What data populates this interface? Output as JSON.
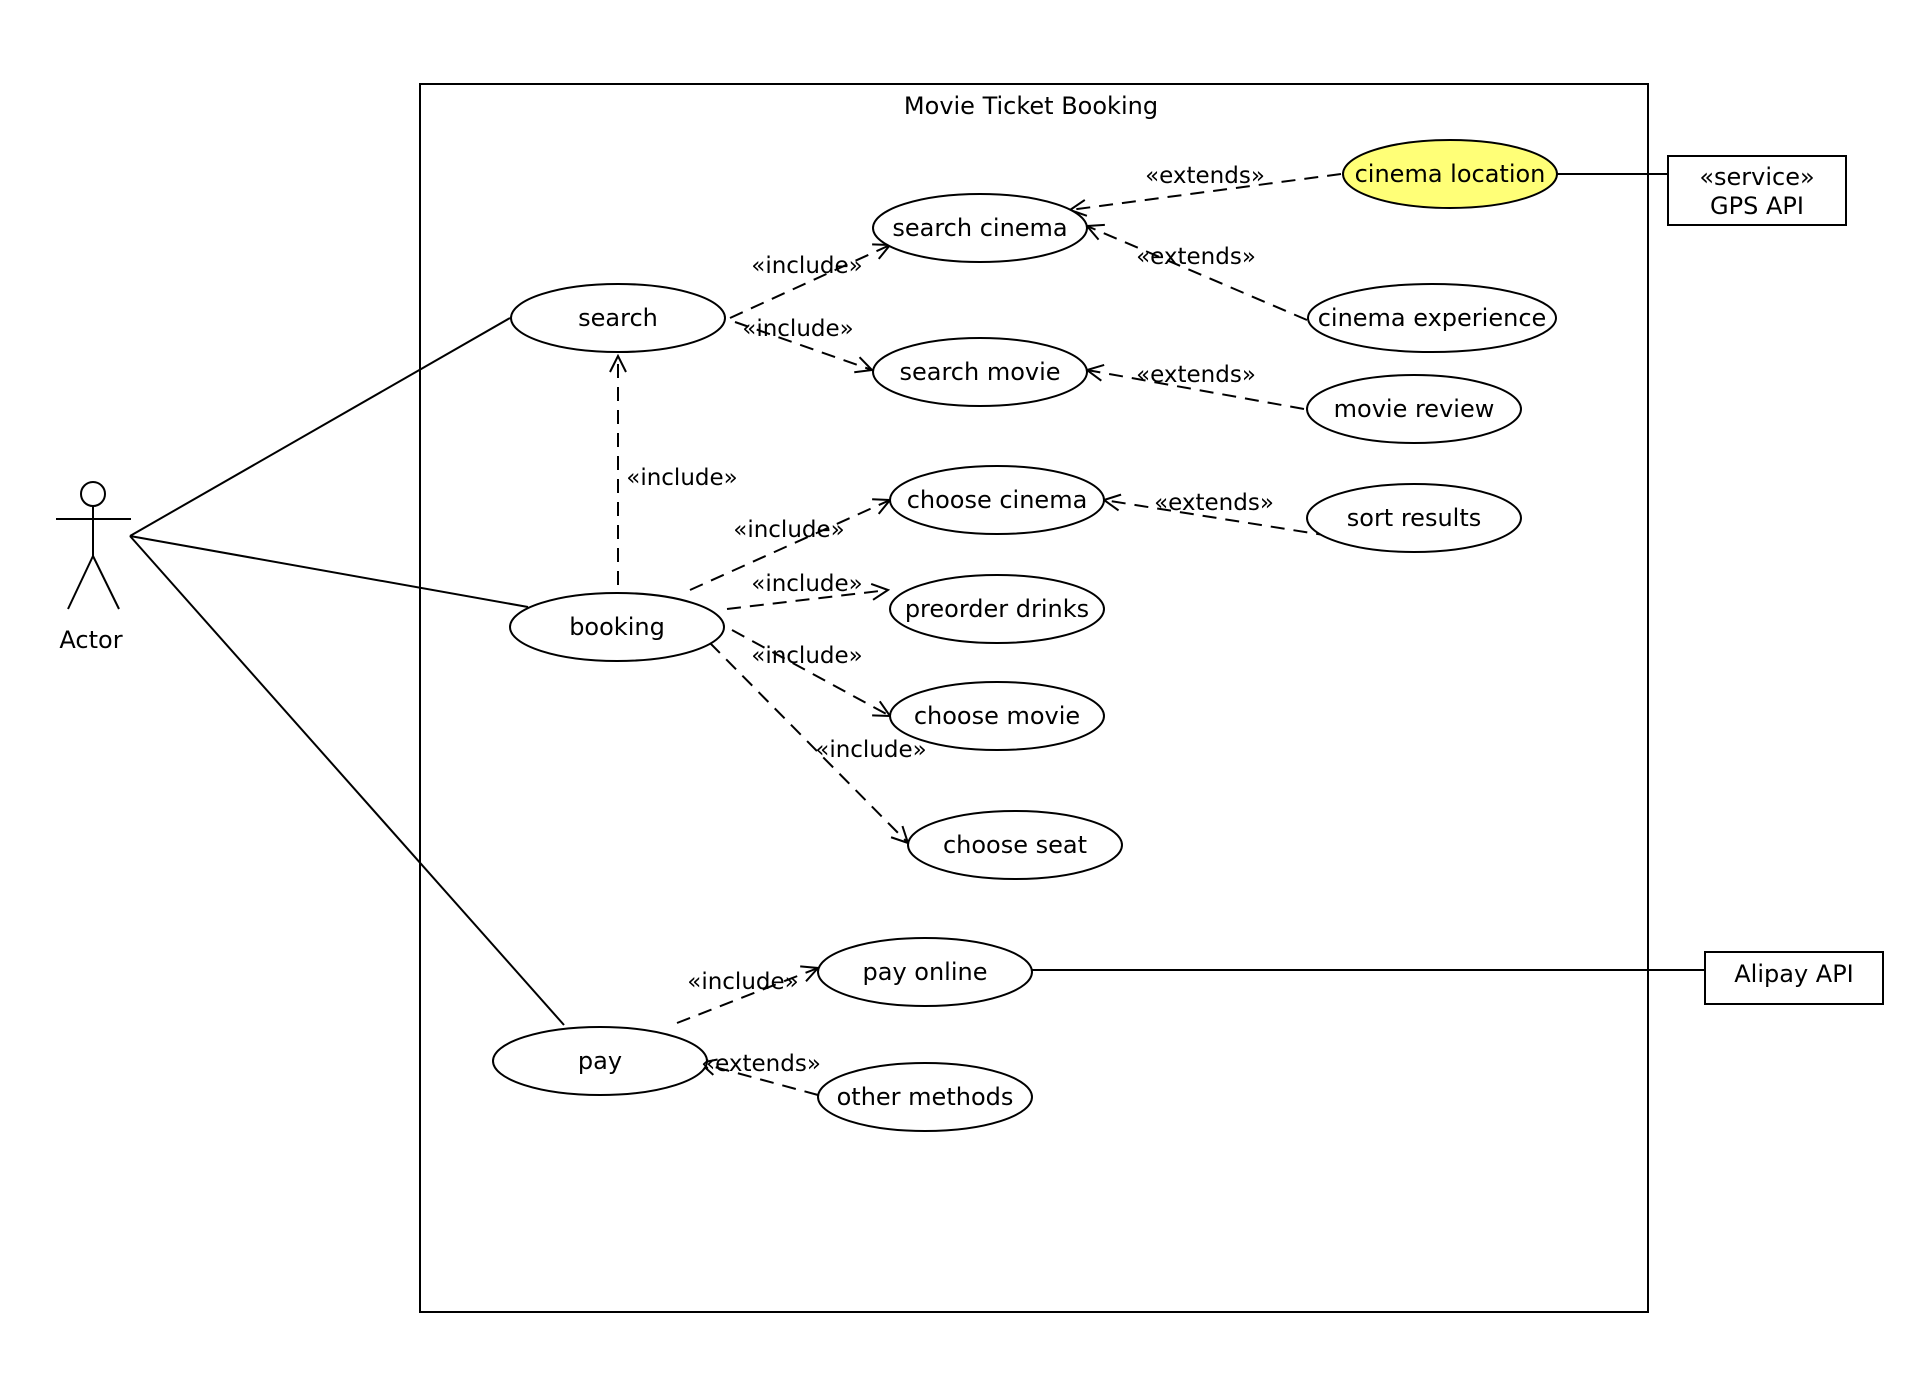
{
  "system": {
    "title": "Movie Ticket Booking"
  },
  "actor": {
    "label": "Actor"
  },
  "use_cases": {
    "search": "search",
    "booking": "booking",
    "pay": "pay",
    "search_cinema": "search cinema",
    "search_movie": "search movie",
    "cinema_location": "cinema location",
    "cinema_experience": "cinema experience",
    "movie_review": "movie review",
    "choose_cinema": "choose cinema",
    "sort_results": "sort results",
    "preorder_drinks": "preorder drinks",
    "choose_movie": "choose movie",
    "choose_seat": "choose seat",
    "pay_online": "pay online",
    "other_methods": "other methods"
  },
  "external": {
    "gps_stereotype": "«service»",
    "gps_name": "GPS API",
    "alipay_name": "Alipay API"
  },
  "relations": {
    "search_inc_search_cinema": "«include»",
    "search_inc_search_movie": "«include»",
    "booking_inc_search": "«include»",
    "booking_inc_choose_cinema": "«include»",
    "booking_inc_preorder_drinks": "«include»",
    "booking_inc_choose_movie": "«include»",
    "booking_inc_choose_seat": "«include»",
    "pay_inc_pay_online": "«include»",
    "location_ext_search_cinema": "«extends»",
    "experience_ext_search_cinema": "«extends»",
    "review_ext_search_movie": "«extends»",
    "sort_ext_choose_cinema": "«extends»",
    "other_ext_pay": "«extends»"
  },
  "colors": {
    "highlight": "#ffff77"
  }
}
